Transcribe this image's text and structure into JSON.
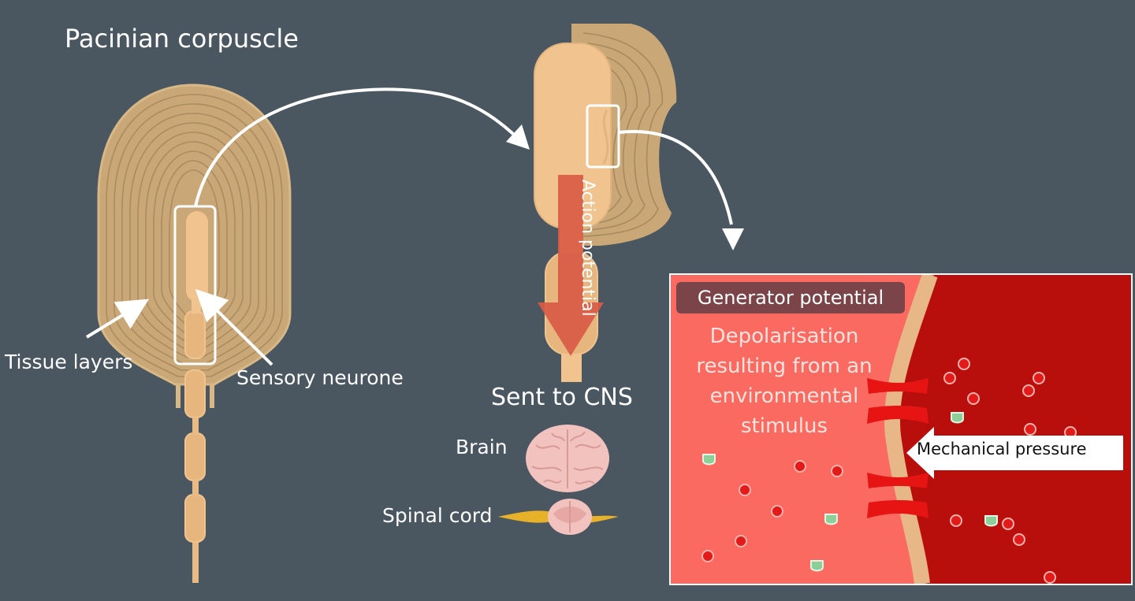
{
  "title": "Pacinian corpuscle",
  "labels": {
    "tissue_layers": "Tissue layers",
    "sensory_neurone": "Sensory neurone",
    "action_potential": "Action potential",
    "sent_to_cns": "Sent to CNS",
    "brain": "Brain",
    "spinal_cord": "Spinal cord",
    "generator_potential": "Generator potential",
    "depolarisation": "Depolarisation resulting from an environmental stimulus",
    "mechanical_pressure": "Mechanical pressure"
  },
  "colors": {
    "background": "#4a5761",
    "tissue": "#c9a777",
    "tissue_line": "#a88a5e",
    "neurone": "#f1c48f",
    "cytoplasm_light": "#fb6a60",
    "cytoplasm_dark": "#b80f0d",
    "membrane": "#e8b787",
    "channel": "#e71414",
    "ion_red": "#e21a1a",
    "ion_green": "#8ccf98",
    "arrow_action": "#d95b45"
  },
  "icons": [
    "brain-icon",
    "spinal-cord-icon",
    "curved-arrow-icon",
    "pointer-arrow-icon"
  ]
}
